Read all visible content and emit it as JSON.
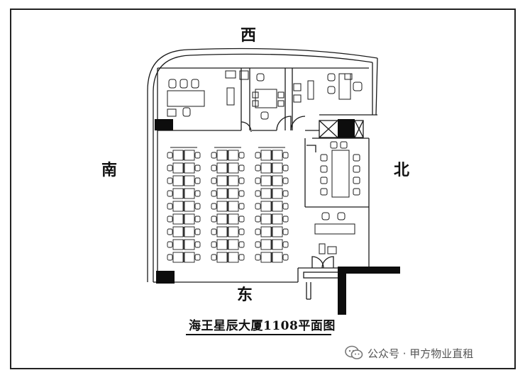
{
  "plan": {
    "title": "海王星辰大厦1108平面图",
    "directions": {
      "west": "西",
      "south": "南",
      "north": "北",
      "east": "东"
    }
  },
  "watermark": {
    "text": "公众号 · 甲方物业直租",
    "icon": "wechat-icon"
  },
  "colors": {
    "line": "#1a1a1a",
    "wall": "#0d0d0d",
    "background": "#ffffff",
    "watermark": "#555555"
  }
}
